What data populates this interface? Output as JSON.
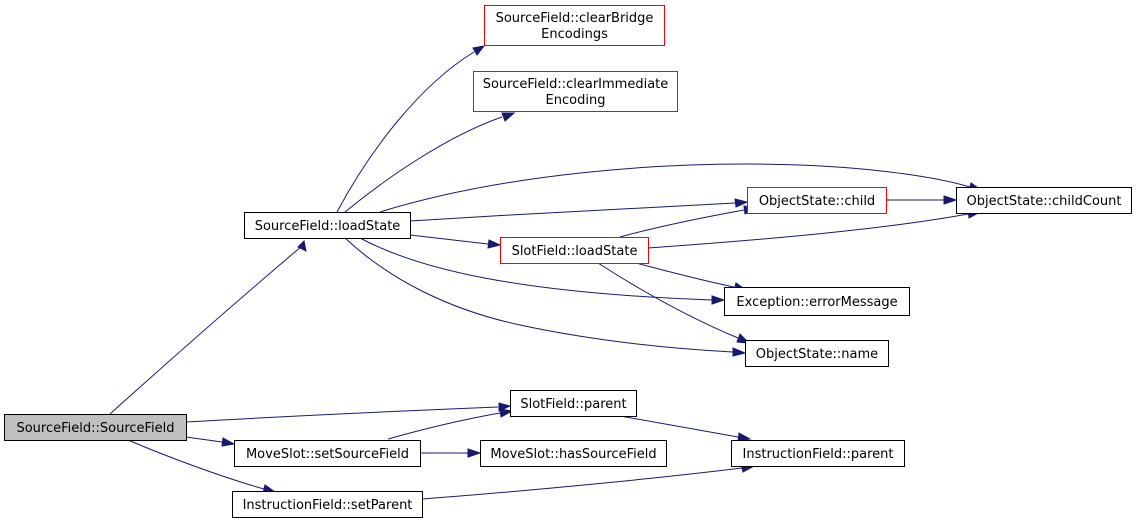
{
  "colors": {
    "edge": "#191970",
    "border_default": "#000000",
    "border_truncated": "#ff0000",
    "fill_root": "#bfbfbf",
    "fill_default": "#ffffff"
  },
  "nodes": {
    "source_field_ctor": {
      "lines": [
        "SourceField::SourceField"
      ],
      "style": "root"
    },
    "source_field_load_state": {
      "lines": [
        "SourceField::loadState"
      ],
      "style": "default"
    },
    "clear_bridge_encodings": {
      "lines": [
        "SourceField::clearBridge",
        "Encodings"
      ],
      "style": "truncated"
    },
    "clear_immediate_encoding": {
      "lines": [
        "SourceField::clearImmediate",
        "Encoding"
      ],
      "style": "truncated"
    },
    "object_state_child": {
      "lines": [
        "ObjectState::child"
      ],
      "style": "truncated"
    },
    "object_state_child_count": {
      "lines": [
        "ObjectState::childCount"
      ],
      "style": "default"
    },
    "slot_field_load_state": {
      "lines": [
        "SlotField::loadState"
      ],
      "style": "truncated"
    },
    "exception_error_message": {
      "lines": [
        "Exception::errorMessage"
      ],
      "style": "default"
    },
    "object_state_name": {
      "lines": [
        "ObjectState::name"
      ],
      "style": "default"
    },
    "slot_field_parent": {
      "lines": [
        "SlotField::parent"
      ],
      "style": "default"
    },
    "move_slot_set_source_field": {
      "lines": [
        "MoveSlot::setSourceField"
      ],
      "style": "default"
    },
    "move_slot_has_source_field": {
      "lines": [
        "MoveSlot::hasSourceField"
      ],
      "style": "default"
    },
    "instruction_field_parent": {
      "lines": [
        "InstructionField::parent"
      ],
      "style": "default"
    },
    "instruction_field_set_parent": {
      "lines": [
        "InstructionField::setParent"
      ],
      "style": "default"
    }
  },
  "edges": [
    {
      "from": "source_field_ctor",
      "to": "source_field_load_state"
    },
    {
      "from": "source_field_ctor",
      "to": "slot_field_parent"
    },
    {
      "from": "source_field_ctor",
      "to": "move_slot_set_source_field"
    },
    {
      "from": "source_field_ctor",
      "to": "instruction_field_set_parent"
    },
    {
      "from": "source_field_load_state",
      "to": "clear_bridge_encodings"
    },
    {
      "from": "source_field_load_state",
      "to": "clear_immediate_encoding"
    },
    {
      "from": "source_field_load_state",
      "to": "object_state_child_count"
    },
    {
      "from": "source_field_load_state",
      "to": "object_state_child"
    },
    {
      "from": "source_field_load_state",
      "to": "slot_field_load_state"
    },
    {
      "from": "source_field_load_state",
      "to": "exception_error_message"
    },
    {
      "from": "source_field_load_state",
      "to": "object_state_name"
    },
    {
      "from": "object_state_child",
      "to": "object_state_child_count"
    },
    {
      "from": "slot_field_load_state",
      "to": "object_state_child"
    },
    {
      "from": "slot_field_load_state",
      "to": "object_state_child_count"
    },
    {
      "from": "slot_field_load_state",
      "to": "exception_error_message"
    },
    {
      "from": "slot_field_load_state",
      "to": "object_state_name"
    },
    {
      "from": "slot_field_parent",
      "to": "instruction_field_parent"
    },
    {
      "from": "move_slot_set_source_field",
      "to": "slot_field_parent"
    },
    {
      "from": "move_slot_set_source_field",
      "to": "move_slot_has_source_field"
    },
    {
      "from": "instruction_field_set_parent",
      "to": "instruction_field_parent"
    }
  ]
}
